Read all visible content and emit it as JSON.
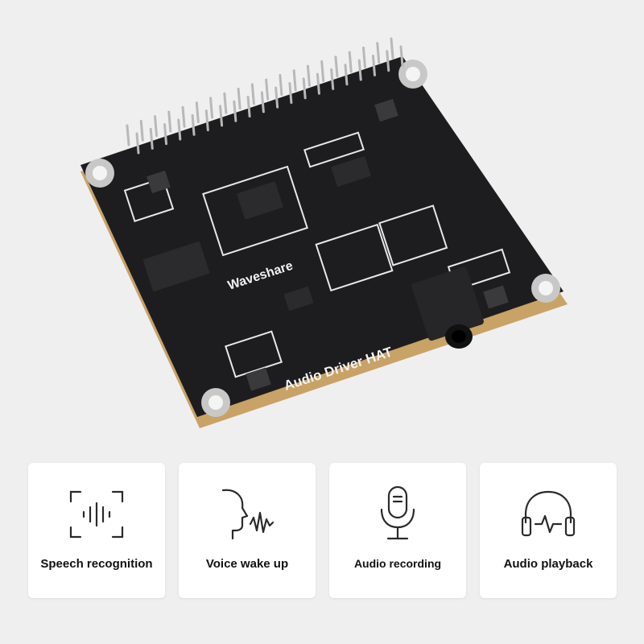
{
  "photo": {
    "board_brand": "Waveshare",
    "board_name": "Audio Driver HAT",
    "board_color": "#1d1d1f",
    "silkscreen_color": "#f2f2f2"
  },
  "features": [
    {
      "label": "Speech recognition",
      "icon": "speech-recognition-icon"
    },
    {
      "label": "Voice wake up",
      "icon": "voice-wake-icon"
    },
    {
      "label": "Audio recording",
      "icon": "microphone-icon"
    },
    {
      "label": "Audio playback",
      "icon": "headphones-icon"
    }
  ],
  "colors": {
    "background": "#efefef",
    "card": "#ffffff",
    "icon": "#2a2a2a",
    "text": "#111111"
  }
}
